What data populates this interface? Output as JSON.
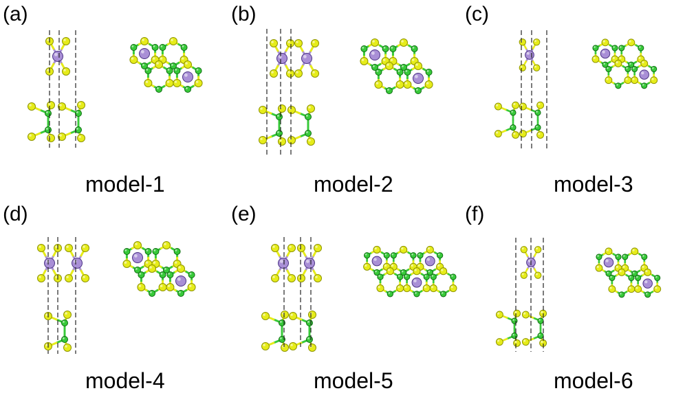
{
  "panels": [
    {
      "letter": "(a)",
      "label": "model-1"
    },
    {
      "letter": "(b)",
      "label": "model-2"
    },
    {
      "letter": "(c)",
      "label": "model-3"
    },
    {
      "letter": "(d)",
      "label": "model-4"
    },
    {
      "letter": "(e)",
      "label": "model-5"
    },
    {
      "letter": "(f)",
      "label": "model-6"
    }
  ],
  "colors": {
    "sulfur": "#e6ec1a",
    "sulfur_edge": "#8e9400",
    "gallium": "#38c93a",
    "gallium_edge": "#0d6d10",
    "metal": "#a98fd6",
    "metal_edge": "#4b3385",
    "guide_line": "#222222"
  },
  "atom_types": [
    "sulfur",
    "gallium",
    "metal"
  ]
}
